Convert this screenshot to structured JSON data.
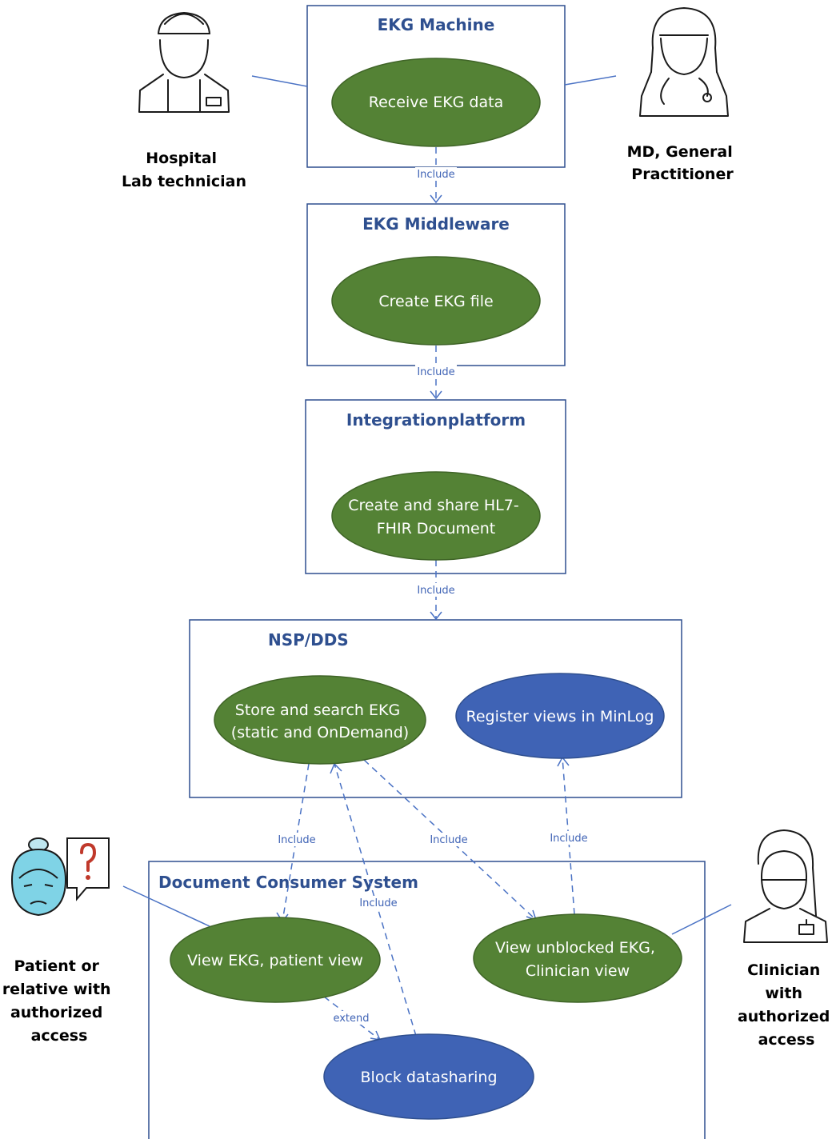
{
  "systems": {
    "ekg_machine": "EKG Machine",
    "ekg_middleware": "EKG Middleware",
    "integration_platform": "Integrationplatform",
    "nsp_dds": "NSP/DDS",
    "document_consumer": "Document Consumer System"
  },
  "use_cases": {
    "receive_ekg": [
      "Receive EKG data"
    ],
    "create_ekg_file": [
      "Create EKG file"
    ],
    "create_share_hl7": [
      "Create and share HL7-",
      "FHIR Document"
    ],
    "store_search": [
      "Store and search EKG",
      "(static and OnDemand)"
    ],
    "register_views": [
      "Register views in MinLog"
    ],
    "view_patient": [
      "View EKG, patient view"
    ],
    "view_clinician": [
      "View unblocked EKG,",
      "Clinician view"
    ],
    "block_datasharing": [
      "Block datasharing"
    ]
  },
  "actors": {
    "lab_technician": [
      "Hospital",
      "Lab technician"
    ],
    "gp": [
      "MD, General",
      "Practitioner"
    ],
    "patient": [
      "Patient or",
      "relative with",
      "authorized",
      "access"
    ],
    "clinician": [
      "Clinician",
      "with",
      "authorized",
      "access"
    ]
  },
  "relations": {
    "include": "Include",
    "extend": "extend"
  },
  "colors": {
    "green": "#548235",
    "blue": "#3f63b5",
    "line": "#4a72c4",
    "title": "#2e4f8f"
  }
}
